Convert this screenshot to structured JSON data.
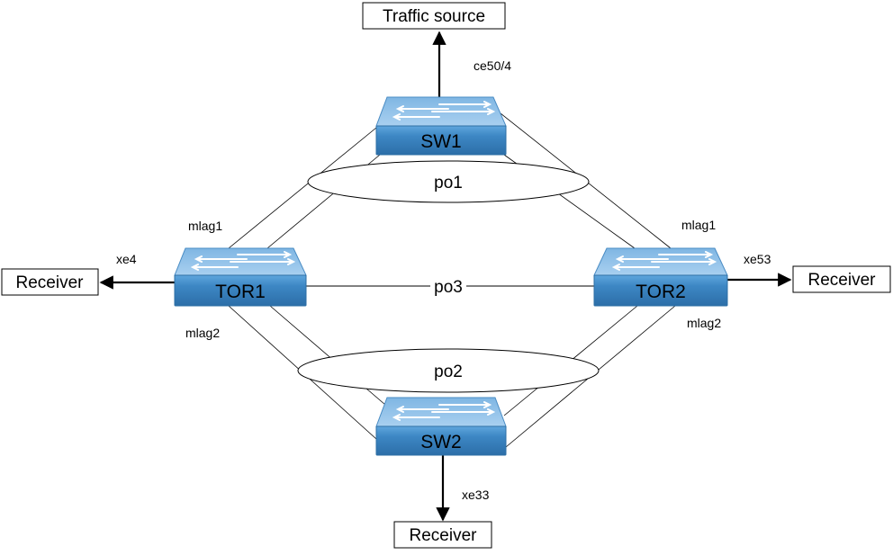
{
  "title": "MLAG topology diagram",
  "colors": {
    "switch_top": "#8cc0e8",
    "switch_body": "#3d87c4",
    "switch_body_dark": "#2c6ea8",
    "line": "#000000"
  },
  "nodes": {
    "traffic_source": {
      "label": "Traffic source"
    },
    "sw1": {
      "label": "SW1",
      "icon": "network-switch-icon"
    },
    "sw2": {
      "label": "SW2",
      "icon": "network-switch-icon"
    },
    "tor1": {
      "label": "TOR1",
      "icon": "network-switch-icon"
    },
    "tor2": {
      "label": "TOR2",
      "icon": "network-switch-icon"
    },
    "receiver_left": {
      "label": "Receiver"
    },
    "receiver_right": {
      "label": "Receiver"
    },
    "receiver_bottom": {
      "label": "Receiver"
    }
  },
  "port_channels": {
    "po1": {
      "label": "po1"
    },
    "po2": {
      "label": "po2"
    },
    "po3": {
      "label": "po3"
    }
  },
  "port_labels": {
    "sw1_uplink": "ce50/4",
    "tor1_receiver": "xe4",
    "tor2_receiver": "xe53",
    "sw2_receiver": "xe33",
    "tor1_mlag1": "mlag1",
    "tor1_mlag2": "mlag2",
    "tor2_mlag1": "mlag1",
    "tor2_mlag2": "mlag2"
  },
  "links": [
    {
      "from": "SW1",
      "to": "Traffic source",
      "port": "ce50/4",
      "direction": "to-target"
    },
    {
      "from": "TOR1",
      "to": "Receiver",
      "port": "xe4",
      "direction": "to-target"
    },
    {
      "from": "TOR2",
      "to": "Receiver",
      "port": "xe53",
      "direction": "to-target"
    },
    {
      "from": "SW2",
      "to": "Receiver",
      "port": "xe33",
      "direction": "to-target"
    },
    {
      "from": "SW1",
      "to": "TOR1",
      "bundle": "po1",
      "mlag": "mlag1",
      "count": 2
    },
    {
      "from": "SW1",
      "to": "TOR2",
      "bundle": "po1",
      "mlag": "mlag1",
      "count": 2
    },
    {
      "from": "SW2",
      "to": "TOR1",
      "bundle": "po2",
      "mlag": "mlag2",
      "count": 2
    },
    {
      "from": "SW2",
      "to": "TOR2",
      "bundle": "po2",
      "mlag": "mlag2",
      "count": 2
    },
    {
      "from": "TOR1",
      "to": "TOR2",
      "bundle": "po3",
      "count": 1
    }
  ]
}
